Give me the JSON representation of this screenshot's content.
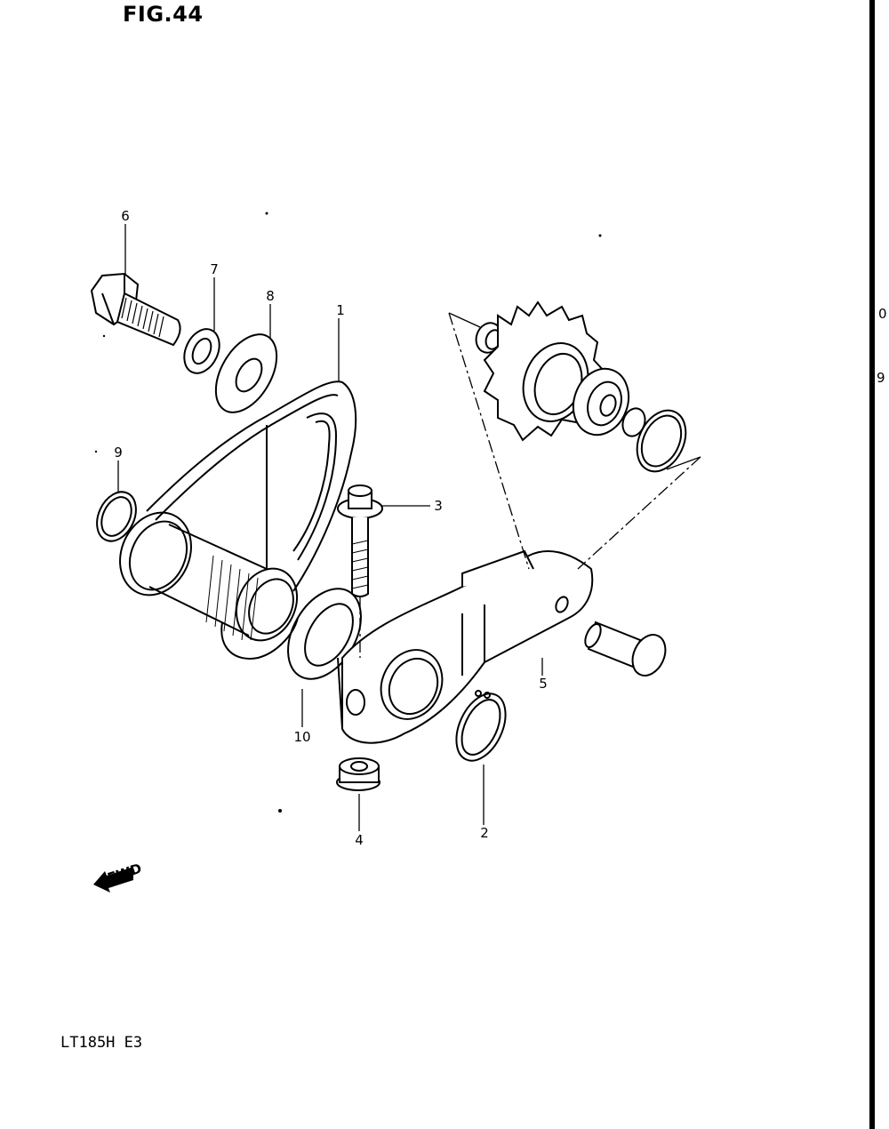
{
  "figure": {
    "title": "FIG.44"
  },
  "model": {
    "code": "LT185H E3"
  },
  "fwd_label": "FWD",
  "edge_marks": [
    "0",
    "9"
  ],
  "callouts": [
    "1",
    "2",
    "3",
    "4",
    "5",
    "6",
    "7",
    "8",
    "9",
    "10"
  ],
  "parts": [
    {
      "ref": "1",
      "icon": "tensioner-bracket-icon"
    },
    {
      "ref": "2",
      "icon": "circlip-icon"
    },
    {
      "ref": "3",
      "icon": "flange-bolt-icon"
    },
    {
      "ref": "4",
      "icon": "flange-nut-icon"
    },
    {
      "ref": "5",
      "icon": "tensioner-arm-icon"
    },
    {
      "ref": "6",
      "icon": "hex-bolt-icon"
    },
    {
      "ref": "7",
      "icon": "spring-washer-icon"
    },
    {
      "ref": "8",
      "icon": "flat-washer-icon"
    },
    {
      "ref": "9",
      "icon": "o-ring-icon"
    },
    {
      "ref": "10",
      "icon": "thrust-washer-icon"
    }
  ]
}
